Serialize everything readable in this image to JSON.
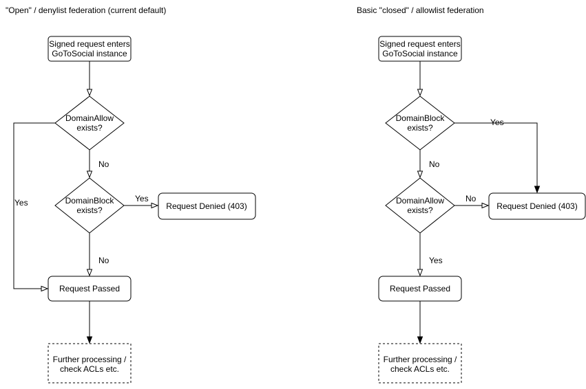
{
  "colors": {
    "stroke": "#000000",
    "node_fill": "#ffffff",
    "background": "#ffffff",
    "text": "#000000"
  },
  "diagrams": [
    {
      "title": "\"Open\" / denylist federation (current default)",
      "start": {
        "line1": "Signed request enters",
        "line2": "GoToSocial instance"
      },
      "decision1": {
        "line1": "DomainAllow",
        "line2": "exists?"
      },
      "decision2": {
        "line1": "DomainBlock",
        "line2": "exists?"
      },
      "denied": "Request Denied (403)",
      "passed": "Request Passed",
      "further": {
        "line1": "Further processing /",
        "line2": "check ACLs etc."
      },
      "labels": {
        "decision1_no": "No",
        "decision1_yes": "Yes",
        "decision2_yes": "Yes",
        "decision2_no": "No"
      }
    },
    {
      "title": "Basic \"closed\" / allowlist federation",
      "start": {
        "line1": "Signed request enters",
        "line2": "GoToSocial instance"
      },
      "decision1": {
        "line1": "DomainBlock",
        "line2": "exists?"
      },
      "decision2": {
        "line1": "DomainAllow",
        "line2": "exists?"
      },
      "denied": "Request Denied (403)",
      "passed": "Request Passed",
      "further": {
        "line1": "Further processing /",
        "line2": "check ACLs etc."
      },
      "labels": {
        "decision1_yes": "Yes",
        "decision1_no": "No",
        "decision2_no": "No",
        "decision2_yes": "Yes"
      }
    }
  ]
}
